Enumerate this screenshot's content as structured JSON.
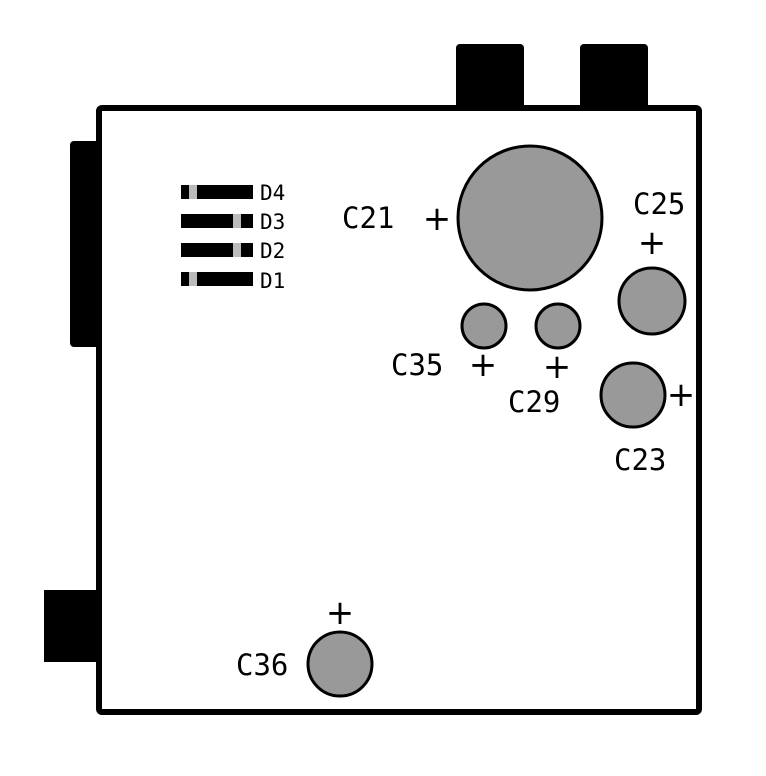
{
  "colors": {
    "background": "#ffffff",
    "board_outline": "#000000",
    "connector": "#000000",
    "capacitor_fill": "#999999",
    "diode_body": "#000000",
    "diode_band": "#bbbbbb"
  },
  "diodes": [
    {
      "label": "D4",
      "band": "left"
    },
    {
      "label": "D3",
      "band": "right"
    },
    {
      "label": "D2",
      "band": "right"
    },
    {
      "label": "D1",
      "band": "left"
    }
  ],
  "capacitors": [
    {
      "id": "C21",
      "label": "C21",
      "polarity": "+"
    },
    {
      "id": "C25",
      "label": "C25",
      "polarity": "+"
    },
    {
      "id": "C35",
      "label": "C35",
      "polarity": "+"
    },
    {
      "id": "C29",
      "label": "C29",
      "polarity": "+"
    },
    {
      "id": "C23",
      "label": "C23",
      "polarity": "+"
    },
    {
      "id": "C36",
      "label": "C36",
      "polarity": "+"
    }
  ]
}
